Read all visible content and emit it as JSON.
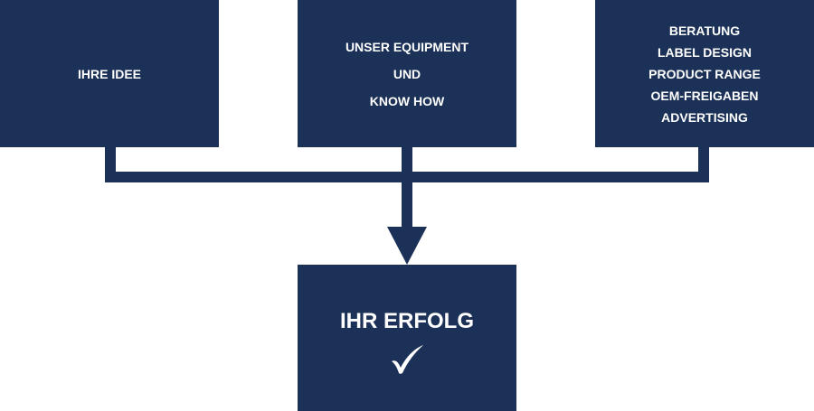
{
  "boxes": {
    "idea": {
      "lines": [
        "IHRE IDEE"
      ]
    },
    "equipment": {
      "lines": [
        "UNSER EQUIPMENT",
        "UND",
        "KNOW HOW"
      ]
    },
    "services": {
      "lines": [
        "BERATUNG",
        "LABEL DESIGN",
        "PRODUCT RANGE",
        "OEM-FREIGABEN",
        "ADVERTISING"
      ]
    },
    "success": {
      "lines": [
        "IHR ERFOLG"
      ],
      "icon": "checkmark-icon"
    }
  },
  "colors": {
    "box_fill": "#1c3157",
    "connector": "#1c3157",
    "text": "#ffffff",
    "background": "#ffffff"
  }
}
